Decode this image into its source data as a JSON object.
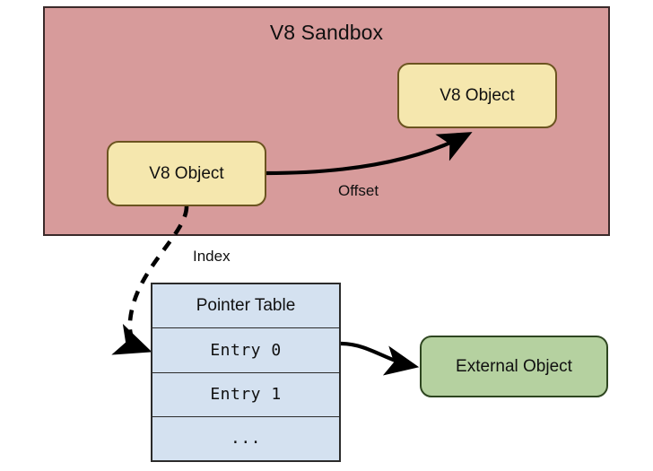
{
  "diagram": {
    "title": "V8 Sandbox",
    "sandbox": {
      "label": "V8 Sandbox",
      "fill": "#D79B9B",
      "stroke": "#3A2A2A"
    },
    "nodes": {
      "v8_object_left": {
        "label": "V8 Object",
        "fill": "#F5E7AE",
        "stroke": "#6B5420"
      },
      "v8_object_right": {
        "label": "V8 Object",
        "fill": "#F5E7AE",
        "stroke": "#6B5420"
      },
      "external_object": {
        "label": "External Object",
        "fill": "#B5D1A0",
        "stroke": "#2E4620"
      }
    },
    "pointer_table": {
      "header": "Pointer Table",
      "fill": "#D4E1F0",
      "stroke": "#2B2B2B",
      "rows": [
        "Entry 0",
        "Entry 1",
        "..."
      ]
    },
    "edges": [
      {
        "name": "offset",
        "label": "Offset",
        "style": "solid",
        "from": "v8_object_left",
        "to": "v8_object_right"
      },
      {
        "name": "index",
        "label": "Index",
        "style": "dashed",
        "from": "v8_object_left",
        "to": "entry-0"
      },
      {
        "name": "entry-to-external",
        "label": "",
        "style": "solid",
        "from": "entry-0",
        "to": "external_object"
      }
    ]
  }
}
